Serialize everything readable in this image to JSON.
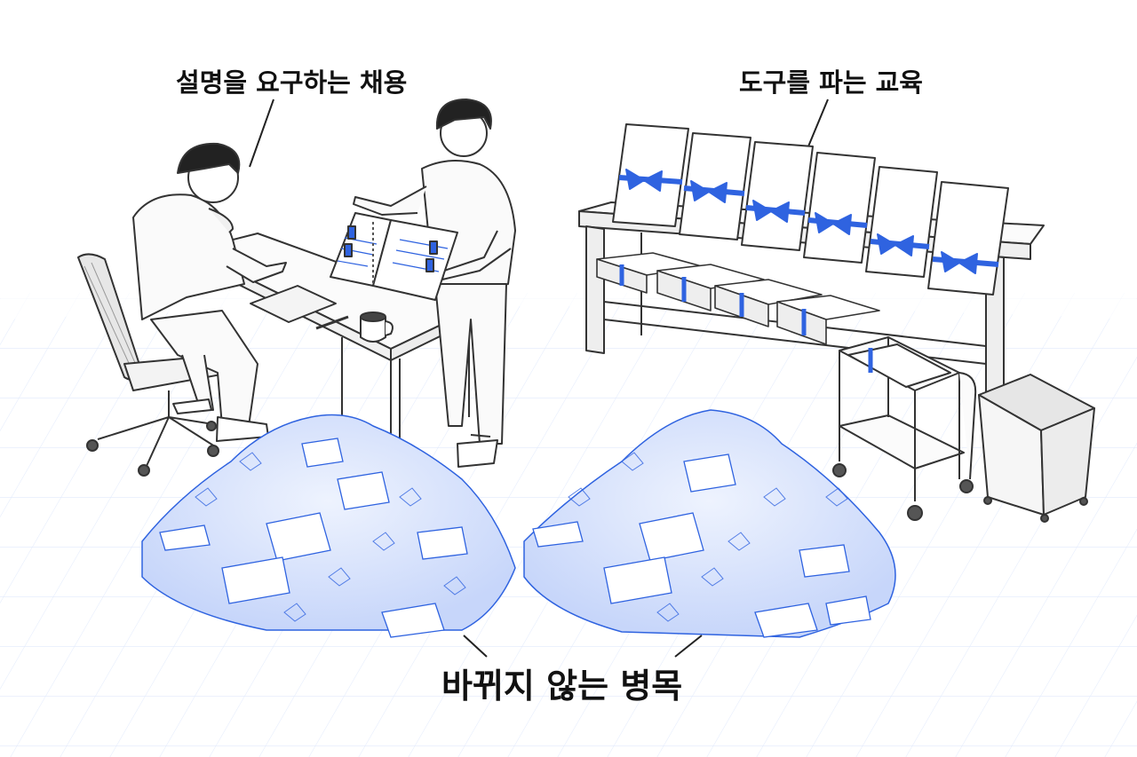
{
  "labels": {
    "hiring": "설명을 요구하는 채용",
    "education": "도구를 파는 교육",
    "bottleneck": "바뀌지 않는 병목"
  },
  "colors": {
    "ink": "#333333",
    "accent": "#2f63e0",
    "accent_light": "#cfdcfb",
    "grid": "#dfe8fb"
  },
  "icons": [
    "person-icon",
    "desk-icon",
    "chair-icon",
    "binder-icon",
    "coffee-mug-icon",
    "ribbon-icon",
    "cart-icon",
    "trash-bin-icon",
    "paper-pile-icon"
  ]
}
